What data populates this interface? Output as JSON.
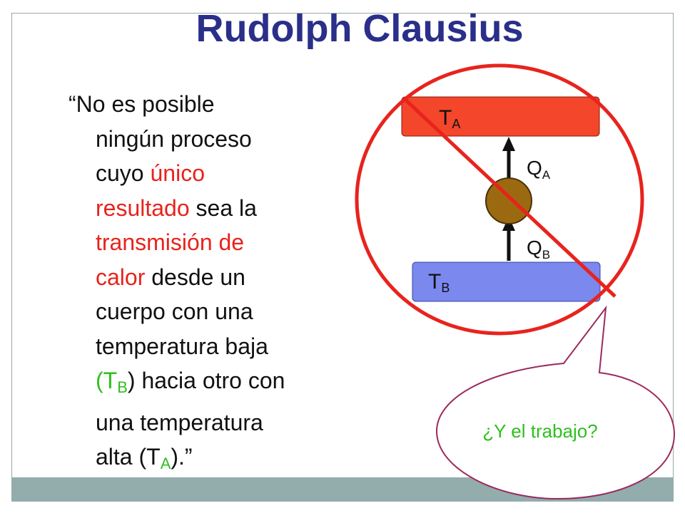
{
  "title": "Rudolph Clausius",
  "quote": {
    "open": "“No es posible",
    "l2": "ningún proceso",
    "l3a": "cuyo ",
    "l3b": "único",
    "l4a": "resultado",
    "l4b": " sea la",
    "l5": "transmisión de",
    "l6a": "calor",
    "l6b": " desde un",
    "l7": "cuerpo con una",
    "l8": "temperatura baja",
    "l9a": "(T",
    "l9b": "B",
    "l9c": ") hacia otro con",
    "l10": "una temperatura",
    "l11a": "alta (T",
    "l11b": "A",
    "l11c": ").”"
  },
  "diagram": {
    "hot": {
      "T": "T",
      "sub": "A"
    },
    "cold": {
      "T": "T",
      "sub": "B"
    },
    "qa": {
      "Q": "Q",
      "sub": "A"
    },
    "qb": {
      "Q": "Q",
      "sub": "B"
    }
  },
  "bubble": {
    "text": "¿Y el trabajo?"
  },
  "colors": {
    "title": "#2a2f8a",
    "red": "#e8231d",
    "green": "#2fbf1e",
    "hot_reservoir": "#f4462a",
    "cold_reservoir": "#7b88ee",
    "engine": "#9b6a10",
    "bubble_border": "#9b2a5c",
    "bar": "#93acac"
  }
}
